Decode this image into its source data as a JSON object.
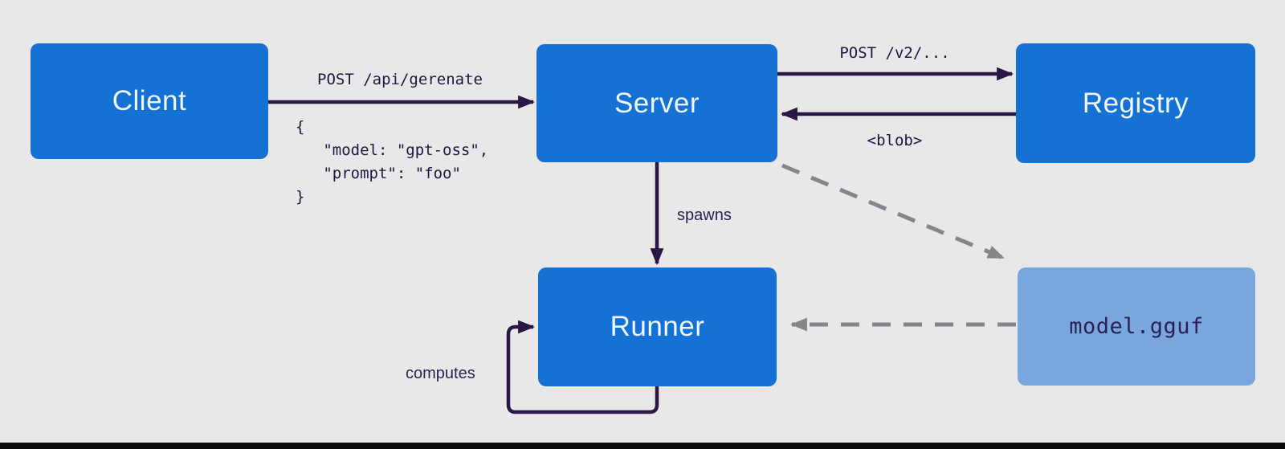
{
  "diagram": {
    "title": "ollama request flow diagram"
  },
  "colors": {
    "background": "#e8e8e8",
    "node_blue": "#1571d3",
    "node_light_blue": "#79a6dc",
    "node_text": "#eff8ff",
    "arrow_dark": "#2a1745",
    "arrow_dashed_gray": "#85858d",
    "mono_label_text": "#231442",
    "sans_label_text": "#2d2150",
    "bottom_bar": "#0c0c0e"
  },
  "nodes": {
    "client": {
      "label": "Client"
    },
    "server": {
      "label": "Server"
    },
    "registry": {
      "label": "Registry"
    },
    "runner": {
      "label": "Runner"
    },
    "model_file": {
      "label": "model.gguf"
    }
  },
  "edges": {
    "client_to_server": {
      "label": "POST /api/gerenate",
      "payload": "{\n   \"model: \"gpt-oss\",\n   \"prompt\": \"foo\"\n}"
    },
    "server_to_registry": {
      "label": "POST /v2/..."
    },
    "registry_to_server": {
      "label": "<blob>"
    },
    "server_to_runner": {
      "label": "spawns"
    },
    "runner_self_loop": {
      "label": "computes"
    },
    "server_to_model_file": {
      "kind": "dashed"
    },
    "model_file_to_runner": {
      "kind": "dashed"
    }
  }
}
